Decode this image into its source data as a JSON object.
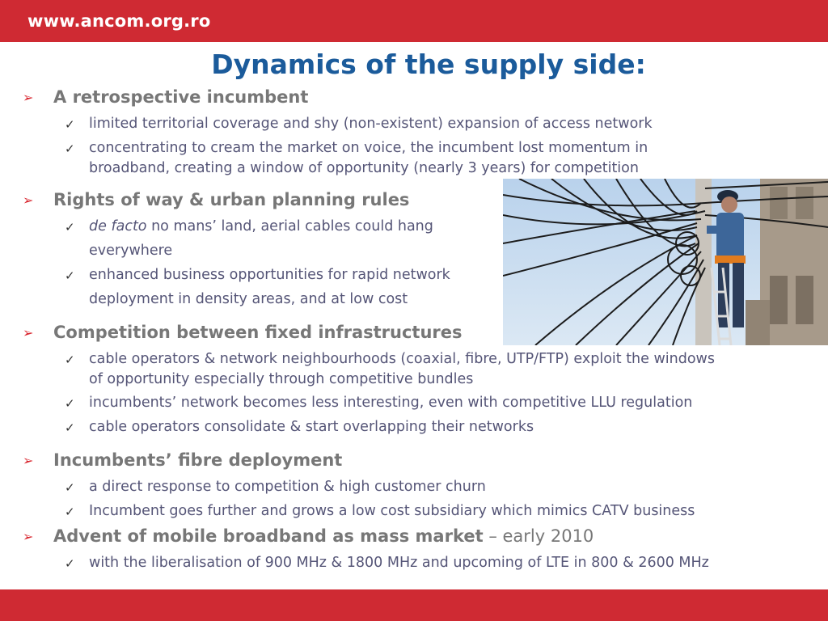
{
  "header": {
    "url": "www.ancom.org.ro"
  },
  "slide": {
    "title": "Dynamics of the supply side:",
    "sections": [
      {
        "heading": "A retrospective incumbent",
        "items": [
          {
            "text": "limited territorial coverage and shy (non-existent) expansion of access network"
          },
          {
            "line1": "concentrating to cream the market on voice, the incumbent lost momentum in",
            "line2": "broadband, creating a window of opportunity (nearly 3 years) for competition"
          }
        ]
      },
      {
        "heading": "Rights of way & urban planning rules",
        "items": [
          {
            "italic": "de facto",
            "rest": " no mans’ land, aerial cables could hang",
            "line2": "everywhere"
          },
          {
            "line1": "enhanced business opportunities for rapid network",
            "line2": "deployment in density areas, and at low cost"
          }
        ]
      },
      {
        "heading": "Competition between fixed infrastructures",
        "items": [
          {
            "line1": "cable operators & network neighbourhoods (coaxial, fibre, UTP/FTP) exploit the windows",
            "line2": "of opportunity especially through competitive bundles"
          },
          {
            "text": "incumbents’ network becomes less interesting, even with competitive LLU regulation"
          },
          {
            "text": "cable operators consolidate & start overlapping their networks"
          }
        ]
      },
      {
        "heading": "Incumbents’ fibre deployment",
        "items": [
          {
            "text": "a direct response to competition & high customer churn"
          },
          {
            "text": "Incumbent goes further and grows a low cost subsidiary which mimics CATV business"
          }
        ]
      },
      {
        "heading": "Advent of mobile broadband as mass market",
        "heading_suffix": " – early 2010",
        "items": [
          {
            "text": "with the liberalisation of 900 MHz & 1800 MHz and upcoming of LTE in 800 & 2600 MHz"
          }
        ]
      }
    ]
  },
  "glyphs": {
    "arrow": "➢",
    "check": "✓"
  },
  "colors": {
    "bar": "#cf2a33",
    "title": "#1b5b9b",
    "bullet": "#d9262f",
    "heading": "#777777",
    "body": "#555577"
  }
}
